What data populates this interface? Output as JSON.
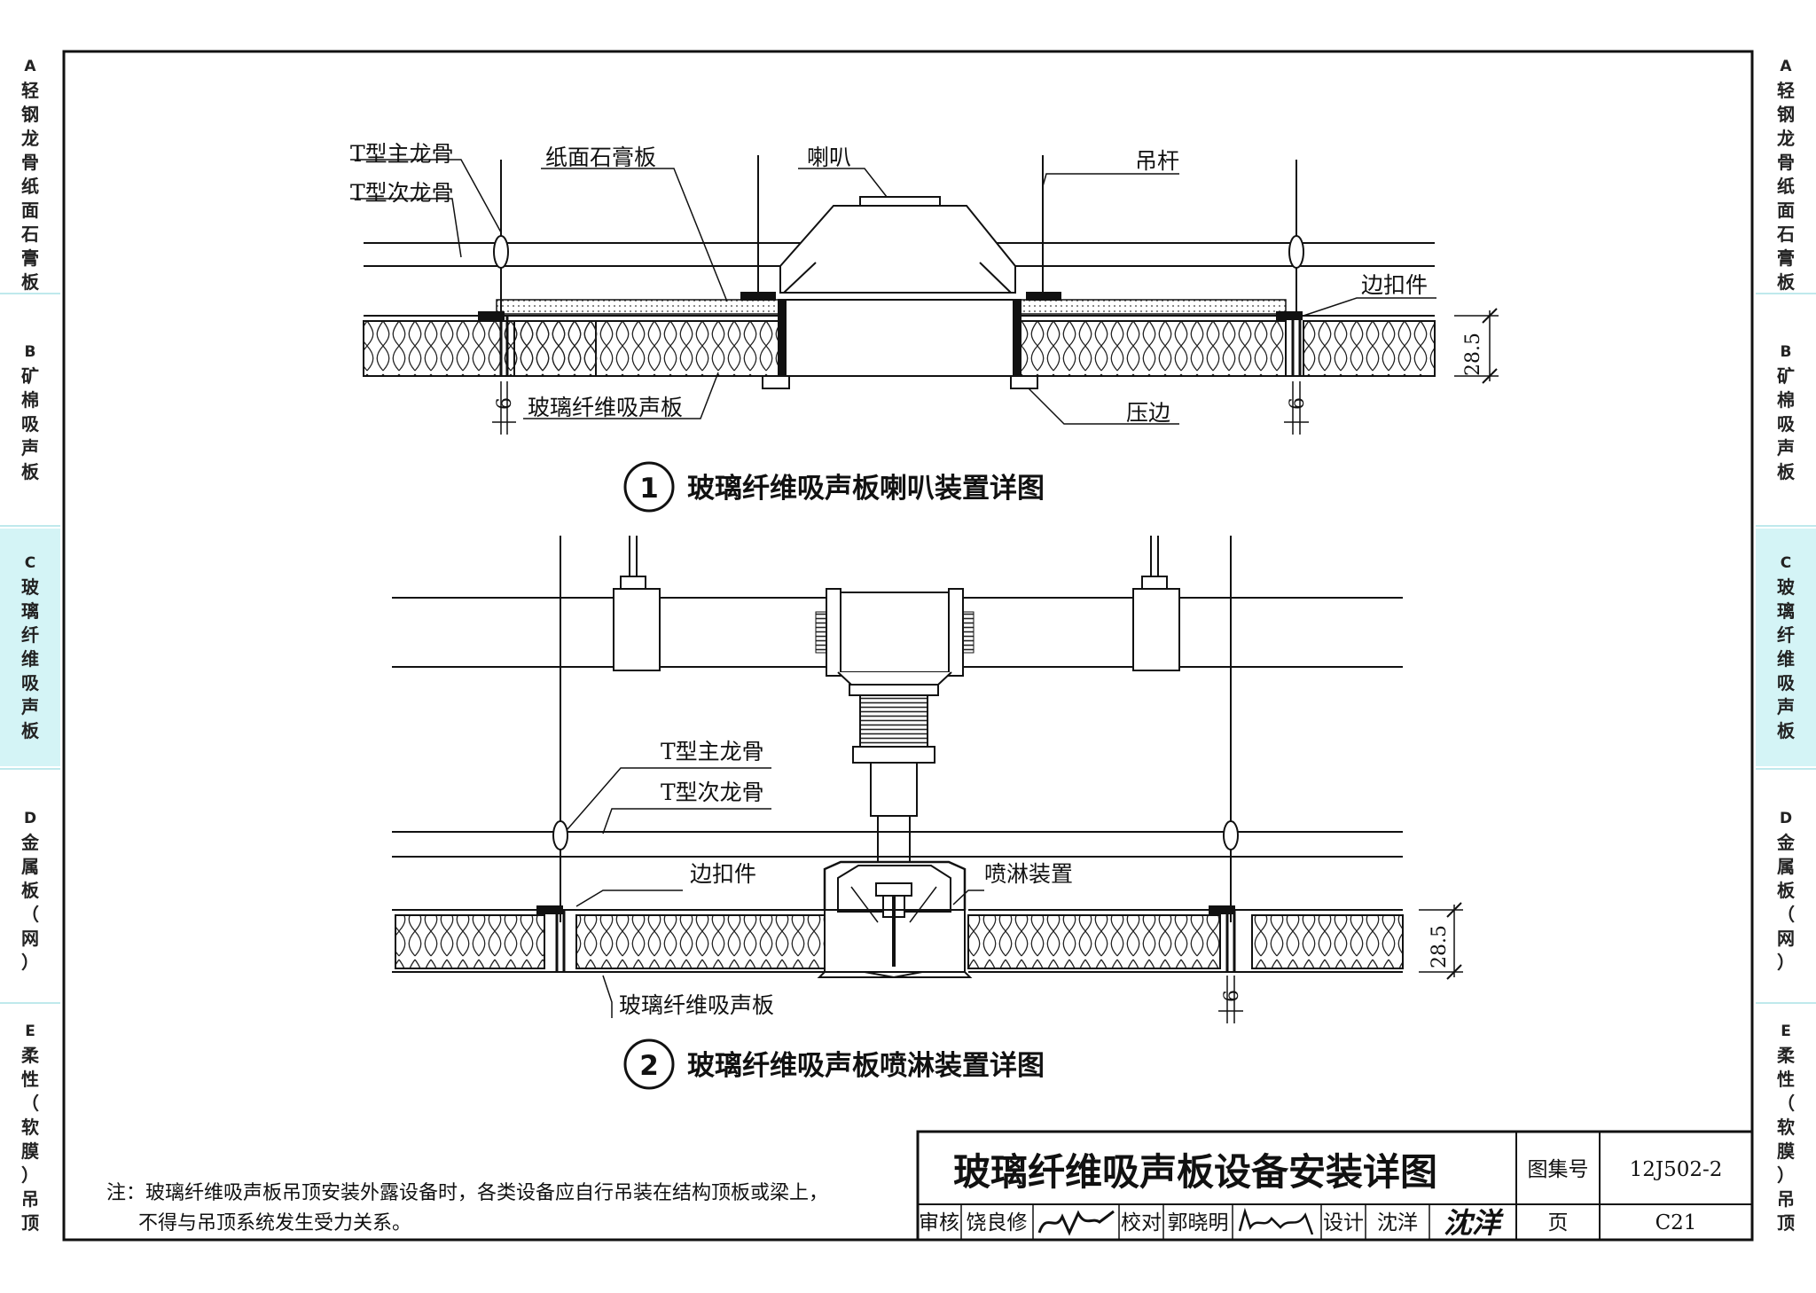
{
  "side_tabs": [
    {
      "letter": "A",
      "text": "轻钢龙骨纸面石膏板"
    },
    {
      "letter": "B",
      "text": "矿棉吸声板"
    },
    {
      "letter": "C",
      "text": "玻璃纤维吸声板"
    },
    {
      "letter": "D",
      "text": "金属板（网）"
    },
    {
      "letter": "E",
      "text": "柔性（软膜）吊顶"
    }
  ],
  "detail1": {
    "labels": {
      "main_keel": "T型主龙骨",
      "sub_keel": "T型次龙骨",
      "gypsum": "纸面石膏板",
      "speaker": "喇叭",
      "rod": "吊杆",
      "edge_clip": "边扣件",
      "panel": "玻璃纤维吸声板",
      "trim": "压边"
    },
    "dims": {
      "thickness": "28.5",
      "gap_left": "6",
      "gap_right": "6"
    },
    "number": "1",
    "caption": "玻璃纤维吸声板喇叭装置详图"
  },
  "detail2": {
    "labels": {
      "main_keel": "T型主龙骨",
      "sub_keel": "T型次龙骨",
      "edge_clip": "边扣件",
      "sprinkler": "喷淋装置",
      "panel": "玻璃纤维吸声板"
    },
    "dims": {
      "thickness": "28.5",
      "gap": "6"
    },
    "number": "2",
    "caption": "玻璃纤维吸声板喷淋装置详图"
  },
  "note": {
    "line1": "注：玻璃纤维吸声板吊顶安装外露设备时，各类设备应自行吊装在结构顶板或梁上，",
    "line2": "不得与吊顶系统发生受力关系。"
  },
  "title_block": {
    "title": "玻璃纤维吸声板设备安装详图",
    "atlas_label": "图集号",
    "atlas_no": "12J502-2",
    "review_label": "审核",
    "reviewer": "饶良修",
    "check_label": "校对",
    "checker": "郭晓明",
    "design_label": "设计",
    "designer": "沈洋",
    "designer_signature": "沈洋",
    "page_label": "页",
    "page_no": "C21"
  }
}
